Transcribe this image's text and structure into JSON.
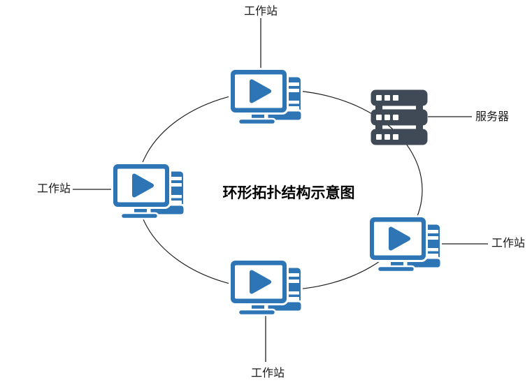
{
  "title": "环形拓扑结构示意图",
  "colors": {
    "workstation_blue": "#2E75B6",
    "server_dark": "#3F4A56",
    "line_black": "#1F1F1F",
    "background": "#FFFFFF"
  },
  "diagram": {
    "type": "network-topology",
    "topology": "ring",
    "nodes": [
      {
        "id": "workstation-top",
        "type": "workstation",
        "label": "工作站",
        "position": "top"
      },
      {
        "id": "server",
        "type": "server",
        "label": "服务器",
        "position": "top-right"
      },
      {
        "id": "workstation-right",
        "type": "workstation",
        "label": "工作站",
        "position": "right"
      },
      {
        "id": "workstation-bottom",
        "type": "workstation",
        "label": "工作站",
        "position": "bottom"
      },
      {
        "id": "workstation-left",
        "type": "workstation",
        "label": "工作站",
        "position": "left"
      }
    ]
  }
}
